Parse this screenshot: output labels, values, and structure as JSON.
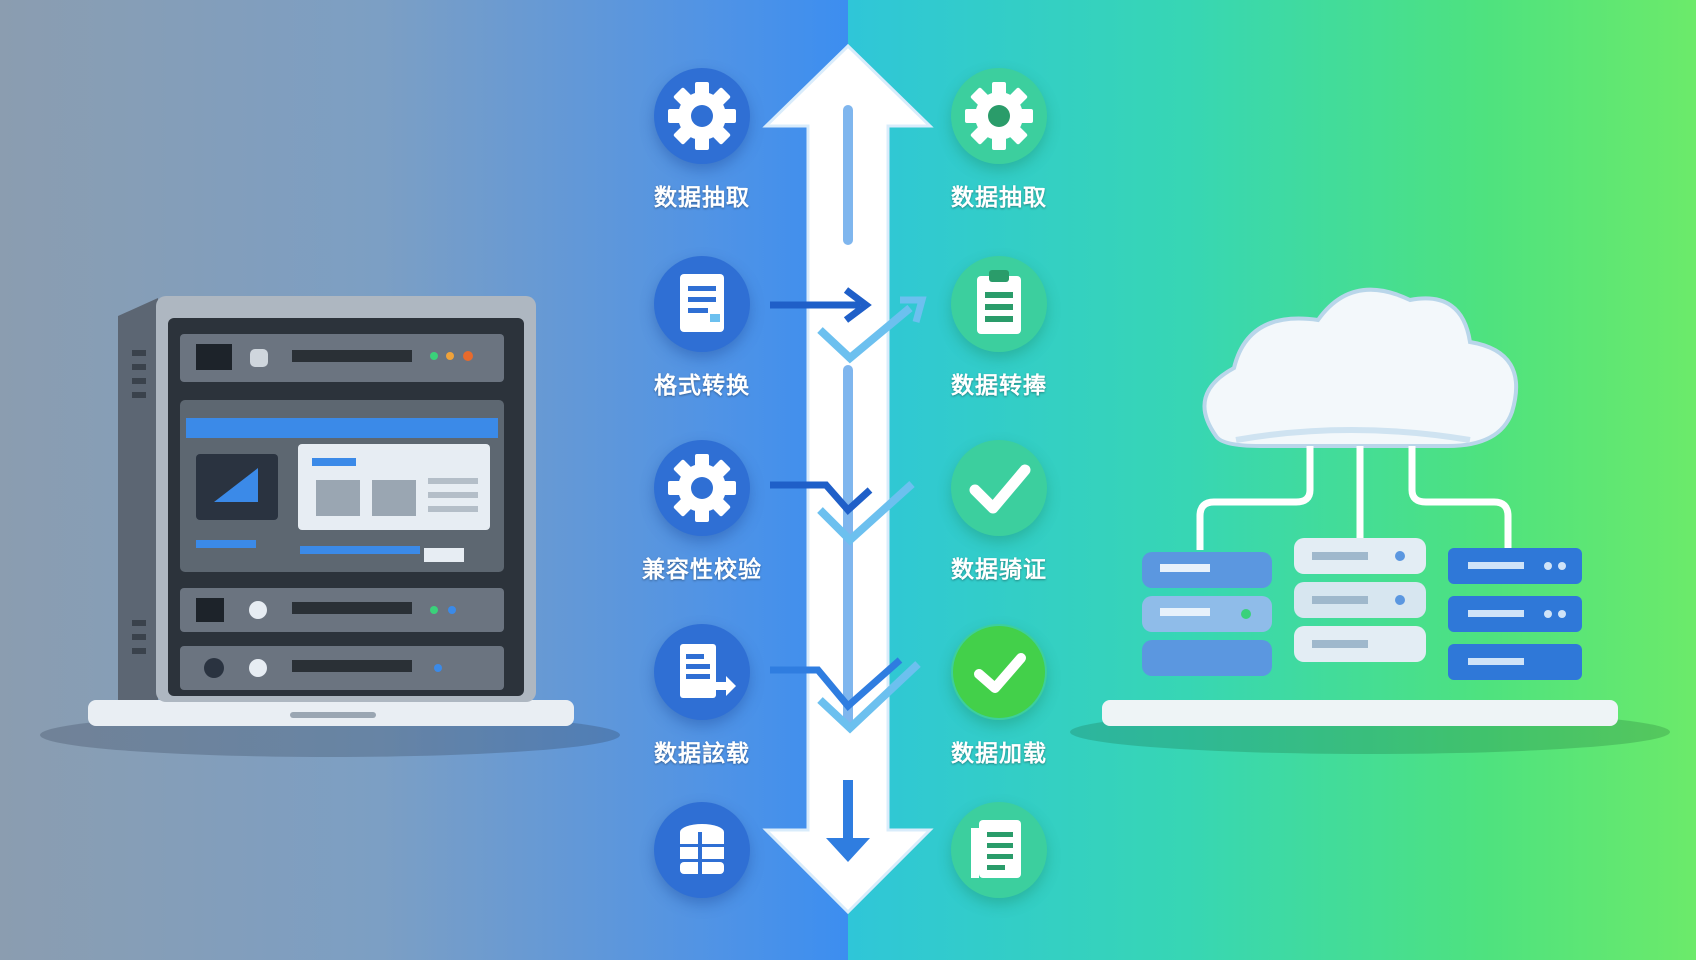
{
  "diagram": {
    "left_steps": [
      {
        "icon": "gear-icon",
        "label": "数据抽取"
      },
      {
        "icon": "document-icon",
        "label": "格式转换"
      },
      {
        "icon": "gear-icon",
        "label": "兼容性校验"
      },
      {
        "icon": "document-export-icon",
        "label": "数据詃载"
      },
      {
        "icon": "database-icon",
        "label": ""
      }
    ],
    "right_steps": [
      {
        "icon": "gear-icon",
        "label": "数据抽取"
      },
      {
        "icon": "clipboard-icon",
        "label": "数据转捧"
      },
      {
        "icon": "check-icon",
        "label": "数据骑证"
      },
      {
        "icon": "check-circle-icon",
        "label": "数据加载"
      },
      {
        "icon": "document-list-icon",
        "label": ""
      }
    ],
    "colors": {
      "left_accent": "#2f6fd4",
      "right_accent": "#3ccf9e",
      "arrow": "#ffffff",
      "connector": "#1f5fc8"
    }
  }
}
